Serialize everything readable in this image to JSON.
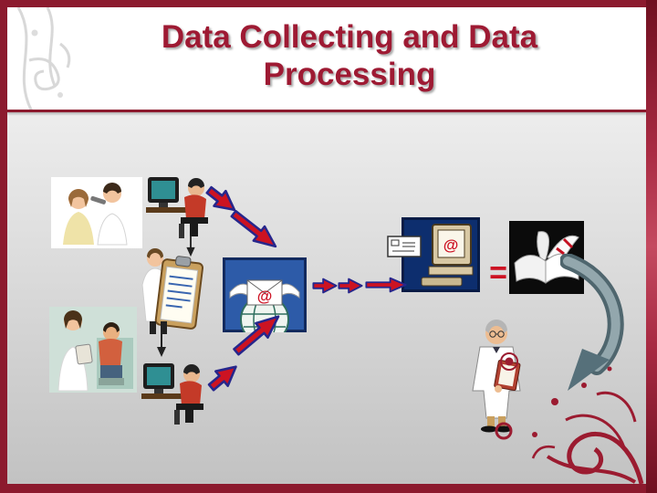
{
  "slide": {
    "title": "Data Collecting and Data Processing",
    "colors": {
      "border_maroon": "#8c1a2e",
      "title_red": "#9e1a33",
      "arrow_red": "#cc1322",
      "arrow_outline_blue": "#26268c",
      "accent_red": "#cc1122",
      "flourish_red": "#9b1b30",
      "background_gray_top": "#ededed",
      "background_gray_bottom": "#c2c2c2"
    }
  },
  "diagram": {
    "at_symbol": "@",
    "equals_sign": "=",
    "icons": [
      "medical-exam-clipart",
      "computer-user-top-clipart",
      "clipboard-person-clipart",
      "nurse-patient-clipart",
      "computer-user-bottom-clipart",
      "winged-email-globe-icon",
      "computer-email-icon",
      "mail-envelope-icon",
      "open-book-clipart",
      "doctor-clipboard-clipart",
      "curved-down-arrow-icon",
      "flow-arrow-icon",
      "floral-swirl-decoration"
    ]
  }
}
